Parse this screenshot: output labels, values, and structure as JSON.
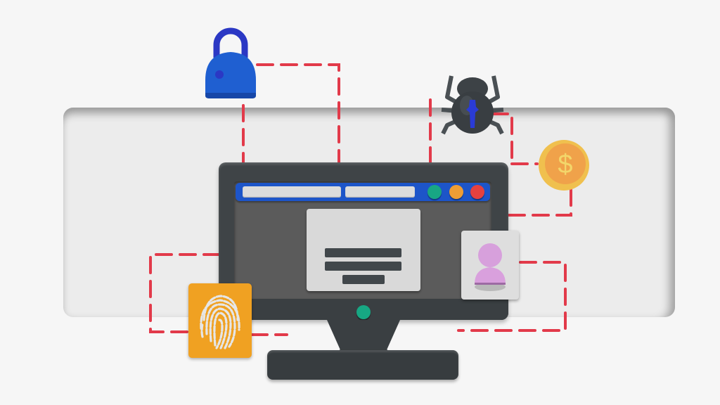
{
  "illustration": {
    "subject": "computer security concept",
    "background_panel": {
      "color": "#ececec"
    },
    "connector_color": "#e23a4a",
    "monitor": {
      "frame_color": "#3f4447",
      "browser_bar": {
        "color": "#1d55c9",
        "address_fields": 2,
        "window_dots": [
          {
            "name": "green",
            "color": "#18a784"
          },
          {
            "name": "orange",
            "color": "#ee9d35"
          },
          {
            "name": "red",
            "color": "#e5413f"
          }
        ]
      },
      "dialog": {
        "color": "#d9d9d9",
        "text_lines": 3
      },
      "power_led": {
        "color": "#17a783"
      }
    },
    "icons": [
      {
        "name": "padlock",
        "color": "#1f5fd1"
      },
      {
        "name": "bug",
        "color": "#3d4246",
        "accent": "#2a3bd6"
      },
      {
        "name": "dollar-coin",
        "symbol": "$",
        "color": "#f0a24a"
      },
      {
        "name": "user-profile-card",
        "color": "#d9a0dd"
      },
      {
        "name": "fingerprint-card",
        "color": "#f0a122"
      }
    ]
  }
}
